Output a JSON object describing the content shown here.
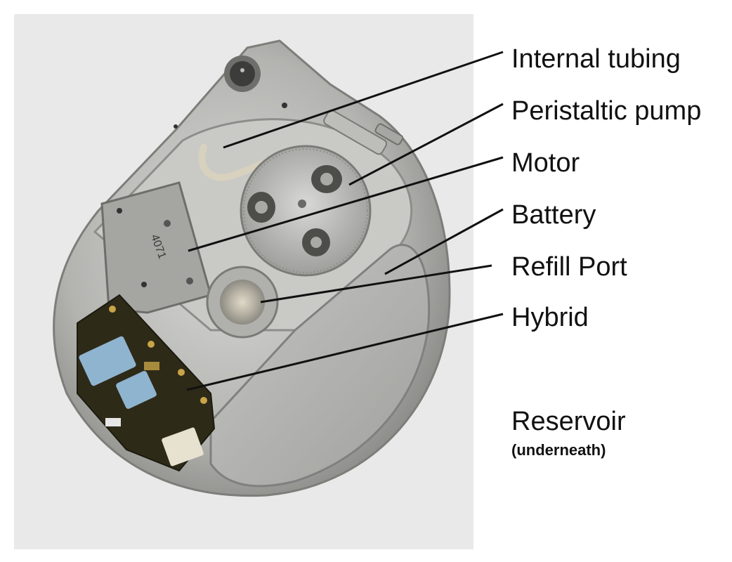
{
  "labels": {
    "internal_tubing": "Internal tubing",
    "peristaltic_pump": "Peristaltic pump",
    "motor": "Motor",
    "battery": "Battery",
    "refill_port": "Refill Port",
    "hybrid": "Hybrid",
    "reservoir": "Reservoir",
    "reservoir_note": "(underneath)"
  },
  "pump_marking": "4071",
  "colors": {
    "background": "#ffffff",
    "backdrop": "#e9e9e9",
    "housing": "#b8b8b6",
    "circuit_board": "#2e2a18",
    "capacitor": "#8fb4d0",
    "leader_line": "#111111"
  }
}
